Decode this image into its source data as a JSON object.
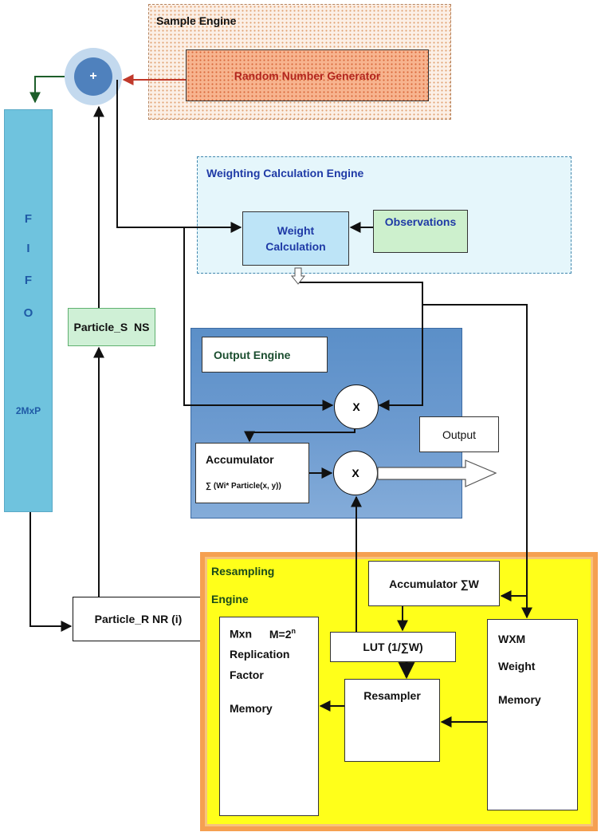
{
  "sample_engine": {
    "title": "Sample Engine",
    "rng_label": "Random Number Generator"
  },
  "adder": {
    "symbol": "+"
  },
  "fifo": {
    "letters": [
      "F",
      "I",
      "F",
      "O"
    ],
    "size": "2MxP"
  },
  "particle_sns": {
    "label": "Particle_S  NS"
  },
  "particle_rnr": {
    "label": "Particle_R NR (i)"
  },
  "weighting_engine": {
    "title": "Weighting Calculation Engine",
    "weight_calc_line1": "Weight",
    "weight_calc_line2": "Calculation",
    "observations": "Observations"
  },
  "output_engine": {
    "title": "Output Engine",
    "output_label": "Output",
    "accumulator_title": "Accumulator",
    "accumulator_formula": "∑ (Wi* Particle(x, y))",
    "mult_symbol_1": "X",
    "mult_symbol_2": "X"
  },
  "resampling_engine": {
    "title_line1": "Resampling",
    "title_line2": "Engine",
    "acc_w": "Accumulator ∑W",
    "mxn_line1_a": "Mxn",
    "mxn_line1_b": "M=2",
    "mxn_line1_sup": "n",
    "mxn_line2": "Replication",
    "mxn_line3": "Factor",
    "mxn_line4": "Memory",
    "lut": "LUT (1/∑W)",
    "resampler": "Resampler",
    "wxm_line1": "WXM",
    "wxm_line2": "Weight",
    "wxm_line3": "Memory"
  },
  "colors": {
    "rng_text": "#b3261e",
    "fifo_fill": "#6fc3de",
    "output_engine_fill": "#5b8fc8",
    "resampling_fill": "#ffff1a",
    "resampling_border": "#f5a051"
  }
}
